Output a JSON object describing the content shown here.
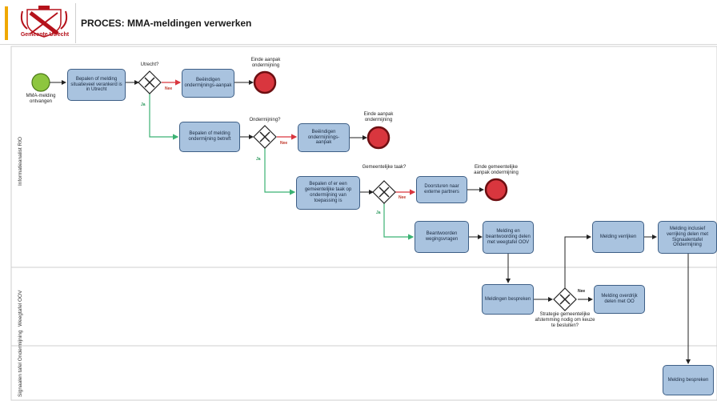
{
  "header": {
    "org_name": "Gemeente Utrecht",
    "title": "PROCES: MMA-meldingen verwerken"
  },
  "lanes": [
    {
      "label": "Informatieanalist RIO"
    },
    {
      "label": "Weegtafel OOV"
    },
    {
      "label": "Signaalen tafel Ondermijning"
    }
  ],
  "events": {
    "start": "MMA-melding ontvangen",
    "end1": "Einde aanpak ondermijning",
    "end2": "Einde aanpak ondermijning",
    "end3": "Einde gemeentelijke aanpak ondermijning"
  },
  "gateways": {
    "g1": "Utrecht?",
    "g2": "Ondermijning?",
    "g3": "Gemeentelijke taak?",
    "g4": "Strategie gemeentelijke afstemming nodig om keuze te besluiten?"
  },
  "tasks": {
    "t1": "Bepalen of melding situatieveel verankerd is in Utrecht",
    "t2": "Beëindigen ondermijnings-aanpak",
    "t3": "Bepalen of melding ondermijning betreft",
    "t4": "Beëindigen ondermijnings-aanpak",
    "t5": "Bepalen of er een gemeentelijke taak op ondermijning van toepassing is",
    "t6": "Doorsturen naar externe partners",
    "t7": "Beantwoorden wegingsvragen",
    "t8": "Melding en beantwoording delen met weegtafel OOV",
    "t9": "Meldingen bespreken",
    "t10": "Melding verrijken",
    "t11": "Melding inclusief verrijking delen met Signaalentafel Ondermijning",
    "t12": "Melding overdrijk delen met OO",
    "t13": "Melding bespreken"
  },
  "flow_labels": {
    "nee": "Nee",
    "ja": "Ja"
  },
  "colors": {
    "accent": "#f0a800",
    "task_fill": "#a9c3df",
    "task_border": "#3e5f86",
    "start_fill": "#8dc63f",
    "end_fill": "#d9363e",
    "no_flow": "#d9363e",
    "yes_flow": "#3bb273"
  }
}
